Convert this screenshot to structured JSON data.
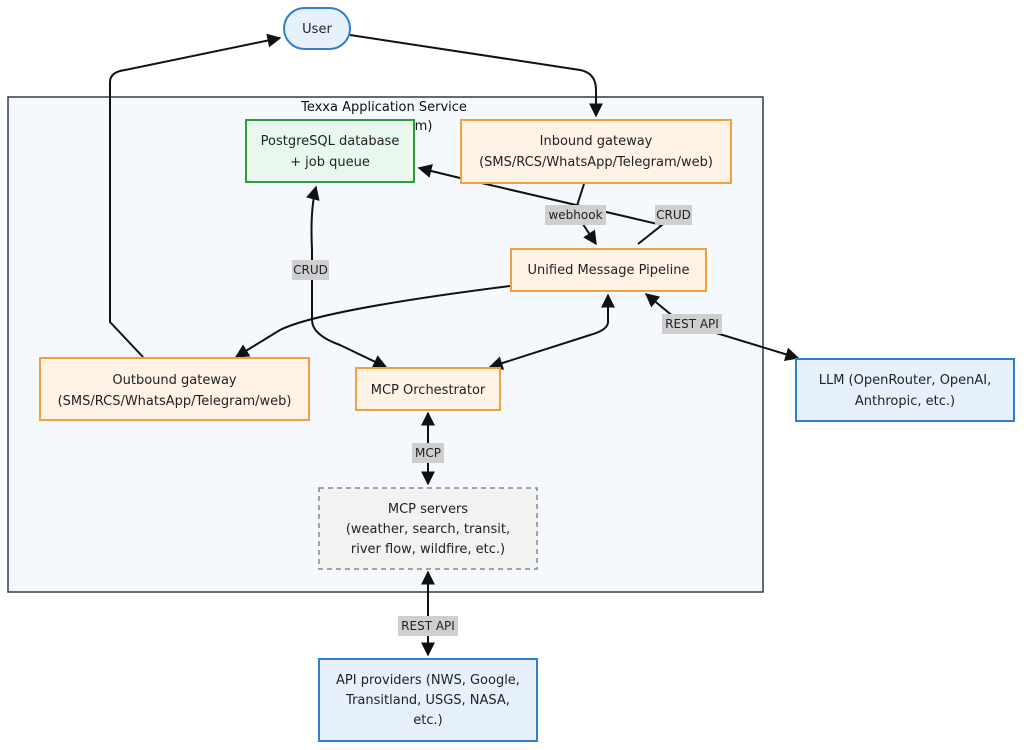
{
  "container": {
    "title": "Texxa Application Service",
    "title_fragment": "rm)"
  },
  "nodes": {
    "user": {
      "label": "User"
    },
    "postgres": {
      "line1": "PostgreSQL database",
      "line2": "+ job queue"
    },
    "inbound": {
      "line1": "Inbound gateway",
      "line2": "(SMS/RCS/WhatsApp/Telegram/web)"
    },
    "pipeline": {
      "label": "Unified Message Pipeline"
    },
    "outbound": {
      "line1": "Outbound gateway",
      "line2": "(SMS/RCS/WhatsApp/Telegram/web)"
    },
    "orchestrator": {
      "label": "MCP Orchestrator"
    },
    "llm": {
      "line1": "LLM (OpenRouter, OpenAI,",
      "line2": "Anthropic, etc.)"
    },
    "mcp_servers": {
      "line1": "MCP servers",
      "line2": "(weather, search, transit,",
      "line3": "river flow, wildfire, etc.)"
    },
    "api_providers": {
      "line1": "API providers (NWS, Google,",
      "line2": "Transitland, USGS, NASA,",
      "line3": "etc.)"
    }
  },
  "edge_labels": {
    "webhook": "webhook",
    "crud_inbound": "CRUD",
    "crud_orchestrator": "CRUD",
    "rest_api_llm": "REST API",
    "mcp": "MCP",
    "rest_api_providers": "REST API"
  },
  "colors": {
    "orange_fill": "#fff3e6",
    "orange_stroke": "#f0a040",
    "green_fill": "#e8f8ec",
    "green_stroke": "#2e9a3e",
    "blue_fill": "#e6f1fc",
    "blue_stroke": "#2f7fd0",
    "container_fill": "#f5f8fd",
    "container_stroke": "#333a48",
    "grey_fill": "#f2f2f2",
    "grey_stroke": "#888888"
  }
}
